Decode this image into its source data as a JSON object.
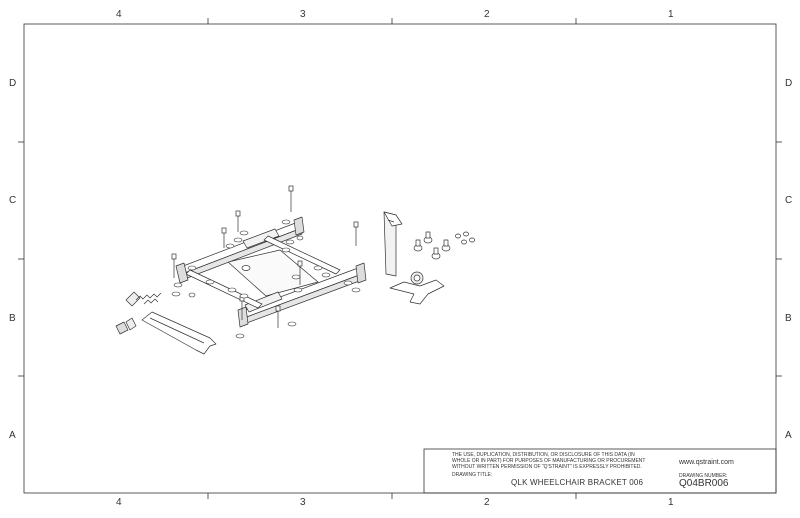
{
  "border": {
    "top_columns": [
      "4",
      "3",
      "2",
      "1"
    ],
    "bottom_columns": [
      "4",
      "3",
      "2",
      "1"
    ],
    "left_rows": [
      "D",
      "C",
      "B",
      "A"
    ],
    "right_rows": [
      "D",
      "C",
      "B",
      "A"
    ]
  },
  "title_block": {
    "notice_line1": "THE USE, DUPLICATION, DISTRIBUTION, OR DISCLOSURE OF THIS DATA (IN",
    "notice_line2": "WHOLE OR IN PART) FOR PURPOSES OF MANUFACTURING OR PROCUREMENT",
    "notice_line3": "WITHOUT WRITTEN PERMISSION OF \"Q'STRAINT\" IS EXPRESSLY PROHIBITED.",
    "website": "www.qstraint.com",
    "drawing_title_label": "DRAWING TITLE:",
    "drawing_title": "QLK WHEELCHAIR BRACKET 006",
    "drawing_number_label": "DRAWING NUMBER:",
    "drawing_number": "Q04BR006"
  },
  "colors": {
    "line": "#333333",
    "part_fill": "#ffffff",
    "shade": "#d9d9d9"
  }
}
